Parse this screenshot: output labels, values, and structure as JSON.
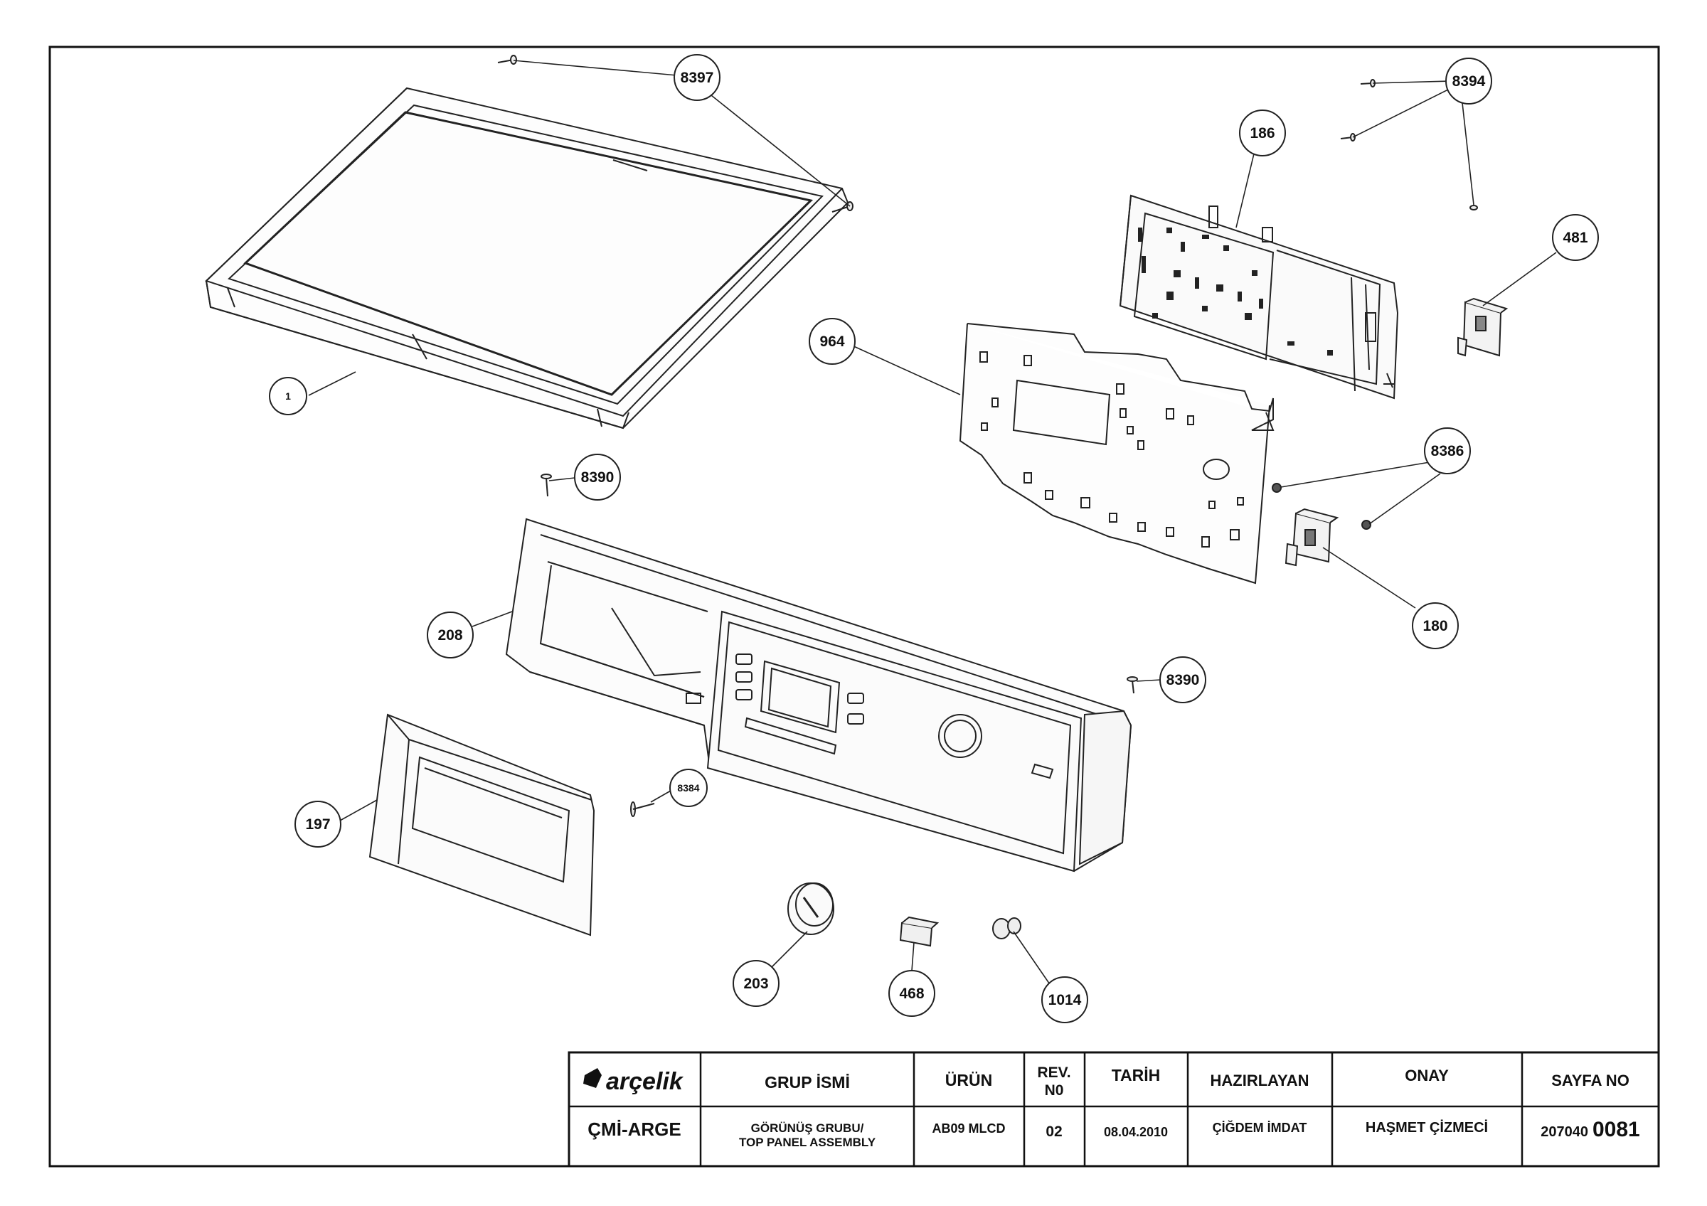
{
  "callouts": {
    "c1": "1",
    "c8397": "8397",
    "c8394": "8394",
    "c186": "186",
    "c481": "481",
    "c964": "964",
    "c8390a": "8390",
    "c8386": "8386",
    "c180": "180",
    "c208": "208",
    "c8390b": "8390",
    "c8384": "8384",
    "c197": "197",
    "c203": "203",
    "c468": "468",
    "c1014": "1014"
  },
  "title_block": {
    "logo": "arçelik",
    "dept": "ÇMİ-ARGE",
    "group_header": "GRUP İSMİ",
    "group_line1": "GÖRÜNÜŞ GRUBU/",
    "group_line2": "TOP PANEL ASSEMBLY",
    "product_header": "ÜRÜN",
    "product": "AB09 MLCD",
    "rev_header_1": "REV.",
    "rev_header_2": "N0",
    "rev": "02",
    "date_header": "TARİH",
    "date": "08.04.2010",
    "prepared_header": "HAZIRLAYAN",
    "prepared_by": "ÇİĞDEM İMDAT",
    "approval_header": "ONAY",
    "approved_by": "HAŞMET ÇİZMECİ",
    "page_header": "SAYFA NO",
    "page_prefix": "207040",
    "page_number": "0081"
  },
  "colors": {
    "line": "#111111",
    "background": "#ffffff"
  }
}
